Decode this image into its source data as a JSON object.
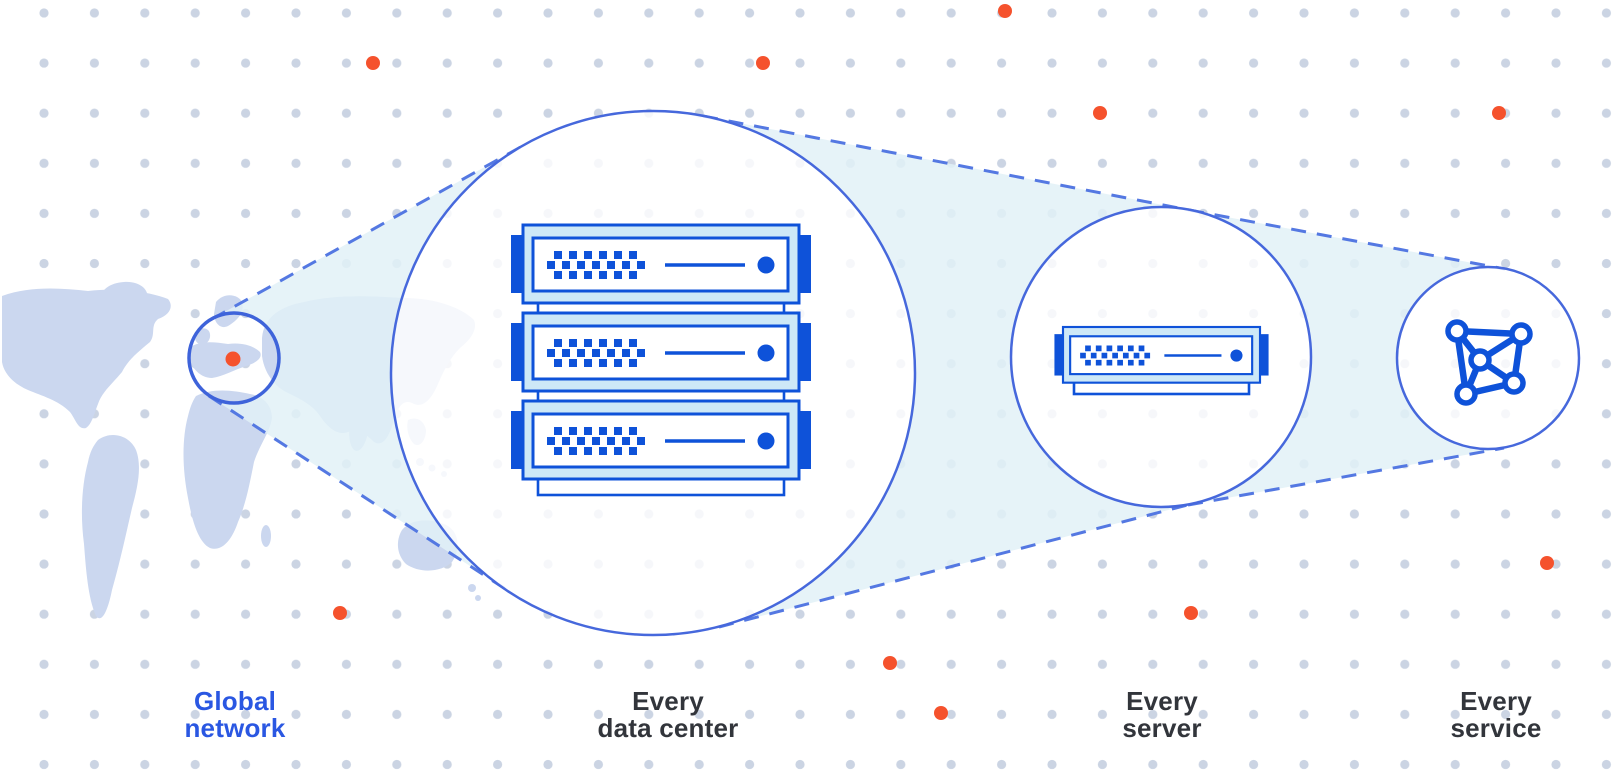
{
  "figure": {
    "title": "network zoom diagram",
    "stages": [
      {
        "id": "global-network",
        "line1": "Global",
        "line2": "network",
        "icon": "world-map-with-location-marker",
        "highlighted": true
      },
      {
        "id": "every-data-center",
        "line1": "Every",
        "line2": "data center",
        "icon": "server-rack-3-units"
      },
      {
        "id": "every-server",
        "line1": "Every",
        "line2": "server",
        "icon": "server-single-unit"
      },
      {
        "id": "every-service",
        "line1": "Every",
        "line2": "service",
        "icon": "mesh-network"
      }
    ],
    "colors": {
      "strong-blue": "#0E52D9",
      "circle-blue": "#4668DC",
      "map-circle-blue": "#3E63DA",
      "dash-blue": "#5478E2",
      "light-band": "#CDE8F7",
      "cone-fill": "#E2F1F7",
      "map-fill": "#CBD7EF",
      "grid-dot": "#C5CFE0",
      "accent-orange": "#F5522D",
      "label-dark": "#32353B",
      "label-blue": "#2A57E2"
    }
  }
}
